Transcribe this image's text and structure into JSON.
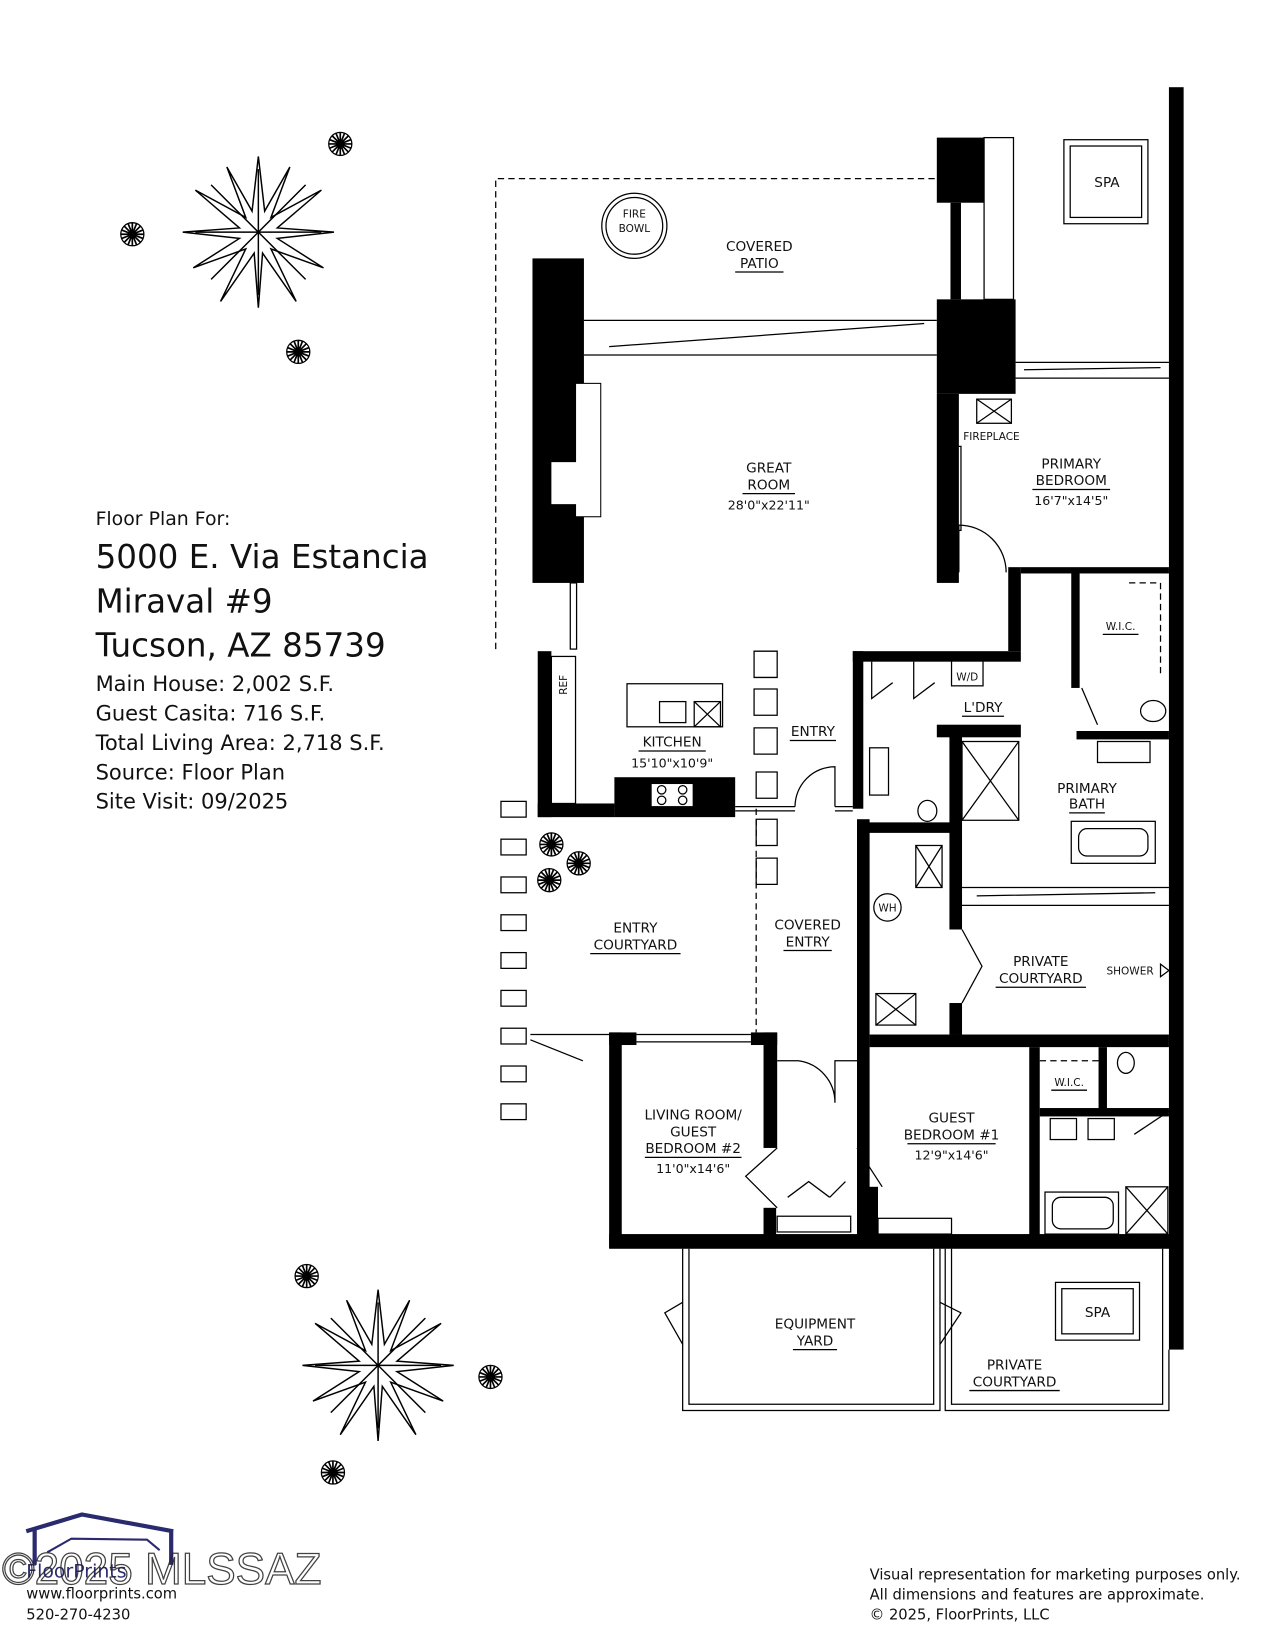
{
  "header": {
    "intro": "Floor Plan For:",
    "address_line1": "5000 E. Via Estancia",
    "address_line2": "Miraval #9",
    "address_line3": "Tucson, AZ  85739",
    "details": [
      "Main House:  2,002 S.F.",
      "Guest Casita:  716 S.F.",
      "Total Living Area:  2,718 S.F.",
      "Source:  Floor Plan",
      "Site Visit:  09/2025"
    ]
  },
  "rooms": {
    "fire_bowl": [
      "FIRE",
      "BOWL"
    ],
    "covered_patio": [
      "COVERED",
      "PATIO"
    ],
    "great_room": {
      "name": [
        "GREAT",
        "ROOM"
      ],
      "dims": "28'0\"x22'11\""
    },
    "fireplace": "FIREPLACE",
    "primary_bedroom": {
      "name": [
        "PRIMARY",
        "BEDROOM"
      ],
      "dims": "16'7\"x14'5\""
    },
    "wic_primary": "W.I.C.",
    "wd": "W/D",
    "laundry": "L'DRY",
    "entry": "ENTRY",
    "kitchen": {
      "name": "KITCHEN",
      "dims": "15'10\"x10'9\""
    },
    "ref": "REF",
    "primary_bath": [
      "PRIMARY",
      "BATH"
    ],
    "wh": "WH",
    "entry_courtyard": [
      "ENTRY",
      "COURTYARD"
    ],
    "covered_entry": [
      "COVERED",
      "ENTRY"
    ],
    "private_courtyard_1": [
      "PRIVATE",
      "COURTYARD"
    ],
    "shower": "SHOWER",
    "wic_guest": "W.I.C.",
    "living_guest2": {
      "name": [
        "LIVING ROOM/",
        "GUEST",
        "BEDROOM #2"
      ],
      "dims": "11'0\"x14'6\""
    },
    "guest_bedroom1": {
      "name": [
        "GUEST",
        "BEDROOM #1"
      ],
      "dims": "12'9\"x14'6\""
    },
    "spa_1": "SPA",
    "spa_2": "SPA",
    "equipment_yard": [
      "EQUIPMENT",
      "YARD"
    ],
    "private_courtyard_2": [
      "PRIVATE",
      "COURTYARD"
    ]
  },
  "footer": {
    "logo_text": "FloorPrints",
    "website": "www.floorprints.com",
    "phone": "520-270-4230",
    "watermark": "©2025 MLSSAZ",
    "disclaimer": [
      "Visual representation for marketing purposes only.",
      "All dimensions and features are approximate.",
      "© 2025, FloorPrints, LLC"
    ]
  },
  "colors": {
    "logo_navy": "#2a2a6e",
    "logo_green": "#5cb85c",
    "wall": "#000000"
  }
}
